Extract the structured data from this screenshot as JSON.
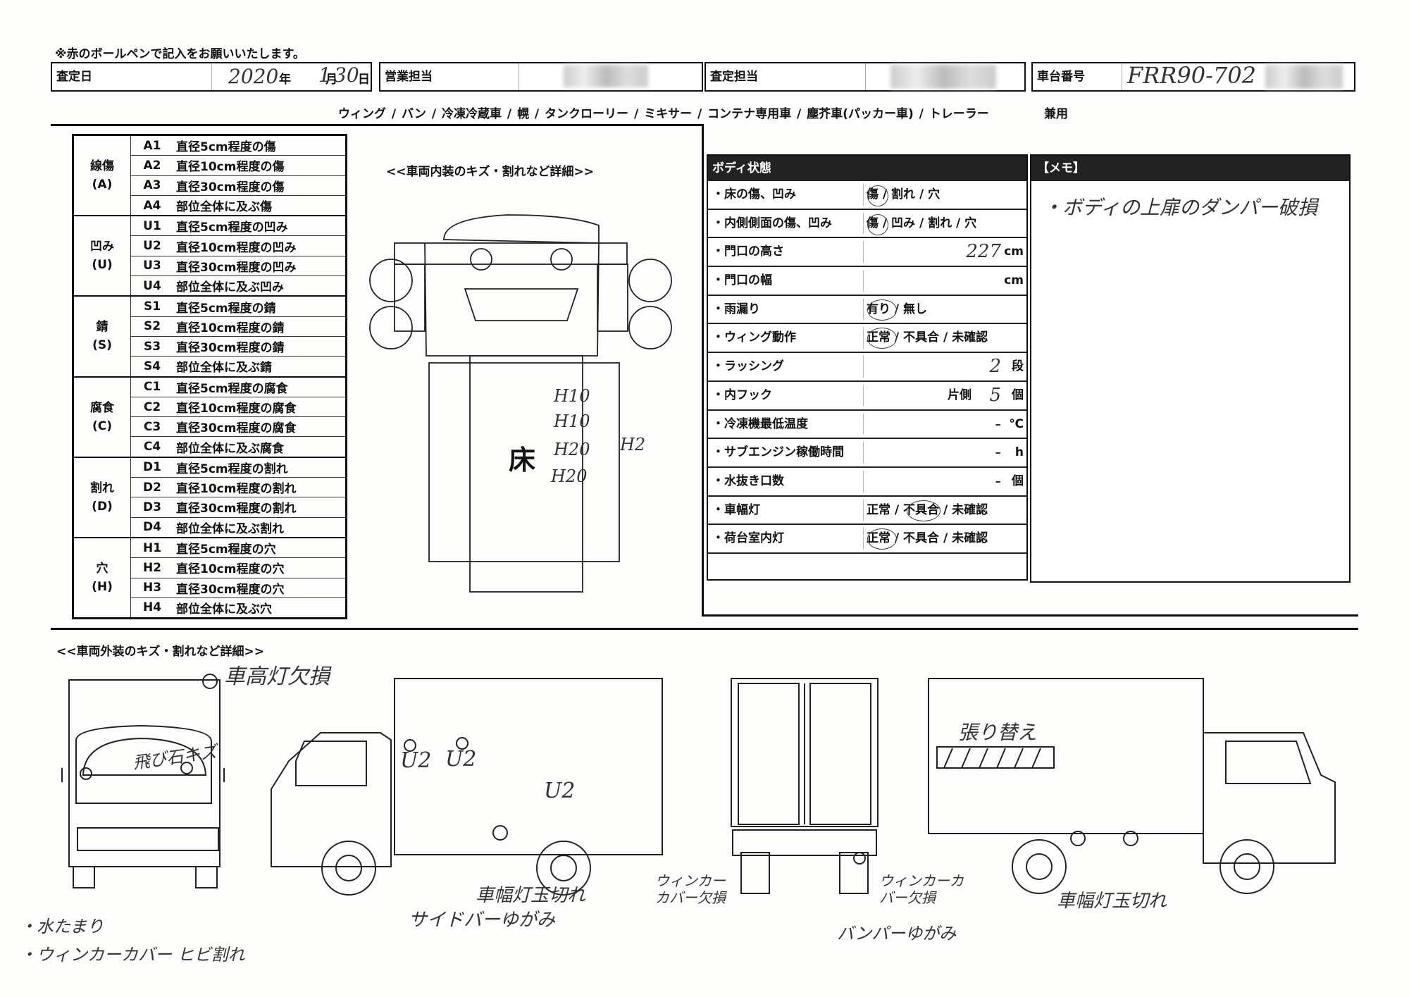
{
  "note": "※赤のボールペンで記入をお願いいたします。",
  "header": {
    "inspection_date_label": "査定日",
    "date_year": "2020",
    "date_year_unit": "年",
    "date_month": "1",
    "date_month_unit": "月",
    "date_day": "30",
    "date_day_unit": "日",
    "sales_label": "営業担当",
    "appraiser_label": "査定担当",
    "chassis_label": "車台番号",
    "chassis_value": "FRR90-702"
  },
  "body_types": "ウィング / バン / 冷凍冷蔵車 / 幌 / タンクローリー / ミキサー / コンテナ専用車 / 塵芥車(パッカー車) / トレーラー",
  "body_types_extra": "兼用",
  "damage_legend": [
    {
      "group": "線傷",
      "code": "(A)",
      "rows": [
        [
          "A1",
          "直径5cm程度の傷"
        ],
        [
          "A2",
          "直径10cm程度の傷"
        ],
        [
          "A3",
          "直径30cm程度の傷"
        ],
        [
          "A4",
          "部位全体に及ぶ傷"
        ]
      ]
    },
    {
      "group": "凹み",
      "code": "(U)",
      "rows": [
        [
          "U1",
          "直径5cm程度の凹み"
        ],
        [
          "U2",
          "直径10cm程度の凹み"
        ],
        [
          "U3",
          "直径30cm程度の凹み"
        ],
        [
          "U4",
          "部位全体に及ぶ凹み"
        ]
      ]
    },
    {
      "group": "錆",
      "code": "(S)",
      "rows": [
        [
          "S1",
          "直径5cm程度の錆"
        ],
        [
          "S2",
          "直径10cm程度の錆"
        ],
        [
          "S3",
          "直径30cm程度の錆"
        ],
        [
          "S4",
          "部位全体に及ぶ錆"
        ]
      ]
    },
    {
      "group": "腐食",
      "code": "(C)",
      "rows": [
        [
          "C1",
          "直径5cm程度の腐食"
        ],
        [
          "C2",
          "直径10cm程度の腐食"
        ],
        [
          "C3",
          "直径30cm程度の腐食"
        ],
        [
          "C4",
          "部位全体に及ぶ腐食"
        ]
      ]
    },
    {
      "group": "割れ",
      "code": "(D)",
      "rows": [
        [
          "D1",
          "直径5cm程度の割れ"
        ],
        [
          "D2",
          "直径10cm程度の割れ"
        ],
        [
          "D3",
          "直径30cm程度の割れ"
        ],
        [
          "D4",
          "部位全体に及ぶ割れ"
        ]
      ]
    },
    {
      "group": "穴",
      "code": "(H)",
      "rows": [
        [
          "H1",
          "直径5cm程度の穴"
        ],
        [
          "H2",
          "直径10cm程度の穴"
        ],
        [
          "H3",
          "直径30cm程度の穴"
        ],
        [
          "H4",
          "部位全体に及ぶ穴"
        ]
      ]
    }
  ],
  "interior_title": "<<車両内装のキズ・割れなど詳細>>",
  "interior": {
    "floor_label": "床",
    "marks": [
      "H10",
      "H10",
      "H20",
      "H20",
      "H2"
    ]
  },
  "body_status": {
    "title": "ボディ状態",
    "rows": [
      {
        "label": "・床の傷、凹み",
        "options": "傷 / 割れ / 穴"
      },
      {
        "label": "・内側側面の傷、凹み",
        "options": "傷 / 凹み / 割れ / 穴"
      },
      {
        "label": "・門口の高さ",
        "value": "227",
        "unit": "cm"
      },
      {
        "label": "・門口の幅",
        "value": "",
        "unit": "cm"
      },
      {
        "label": "・雨漏り",
        "options": "有り / 無し"
      },
      {
        "label": "・ウィング動作",
        "options": "正常 / 不具合 / 未確認"
      },
      {
        "label": "・ラッシング",
        "value": "2",
        "unit": "段"
      },
      {
        "label": "・内フック",
        "prefix": "片側",
        "value": "5",
        "unit": "個"
      },
      {
        "label": "・冷凍機最低温度",
        "value": "-",
        "unit": "℃"
      },
      {
        "label": "・サブエンジン稼働時間",
        "value": "-",
        "unit": "h"
      },
      {
        "label": "・水抜き口数",
        "value": "-",
        "unit": "個"
      },
      {
        "label": "・車幅灯",
        "options": "正常 / 不具合 / 未確認"
      },
      {
        "label": "・荷台室内灯",
        "options": "正常 / 不具合 / 未確認"
      }
    ]
  },
  "memo": {
    "title": "【メモ】",
    "text": "・ボディの上扉のダンパー破損"
  },
  "exterior_title": "<<車両外装のキズ・割れなど詳細>>",
  "exterior_notes": {
    "front_top": "車高灯欠損",
    "front_glass": "飛び石キズ",
    "front_note1": "・水たまり",
    "front_note2": "・ウィンカーカバー ヒビ割れ",
    "side_u2a": "U2",
    "side_u2b": "U2",
    "side_u2c": "U2",
    "side_lamp": "車幅灯玉切れ",
    "side_bar": "サイドバーゆがみ",
    "rear_left": "ウィンカーカバー欠損",
    "rear_right": "ウィンカーカバー欠損",
    "rear_bumper": "バンパーゆがみ",
    "right_replace": "張り替え",
    "right_lamp": "車幅灯玉切れ"
  }
}
